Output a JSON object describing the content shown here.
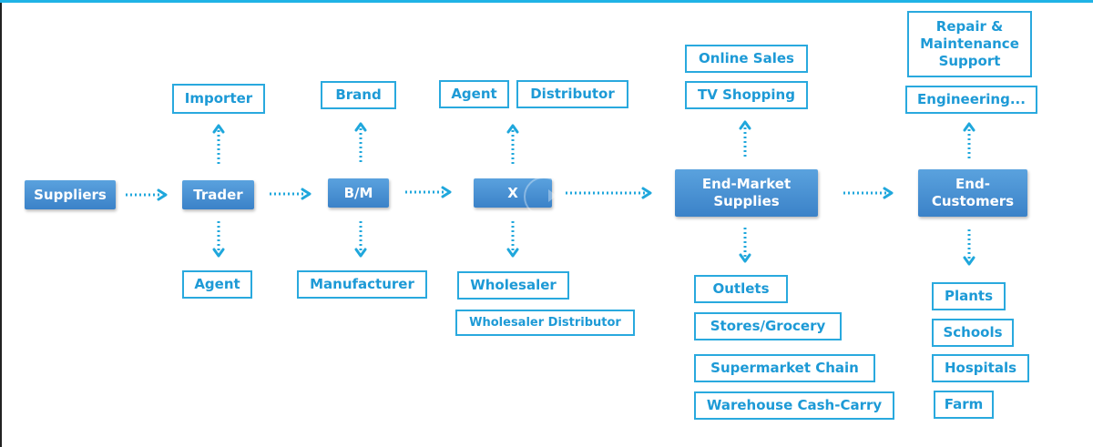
{
  "diagram": {
    "colors": {
      "accent": "#1fb3e6",
      "node_fill": "#4a90d4",
      "leaf_border": "#29a9de",
      "leaf_text": "#1d9ad6"
    },
    "main_chain": [
      {
        "id": "suppliers",
        "label": "Suppliers"
      },
      {
        "id": "trader",
        "label": "Trader"
      },
      {
        "id": "bm",
        "label": "B/M"
      },
      {
        "id": "x",
        "label": "X"
      },
      {
        "id": "end-market",
        "label": "End-Market Supplies"
      },
      {
        "id": "end-customers",
        "label": "End-Customers"
      }
    ],
    "branches": {
      "trader": {
        "up": [
          "Importer"
        ],
        "down": [
          "Agent"
        ]
      },
      "bm": {
        "up": [
          "Brand"
        ],
        "down": [
          "Manufacturer"
        ]
      },
      "x": {
        "up": [
          "Agent",
          "Distributor"
        ],
        "down": [
          "Wholesaler",
          "Wholesaler Distributor"
        ]
      },
      "end_market": {
        "up": [
          "Online Sales",
          "TV Shopping"
        ],
        "down": [
          "Outlets",
          "Stores/Grocery",
          "Supermarket Chain",
          "Warehouse Cash-Carry"
        ]
      },
      "end_customers": {
        "up": [
          "Repair & Maintenance Support",
          "Engineering..."
        ],
        "down": [
          "Plants",
          "Schools",
          "Hospitals",
          "Farm"
        ]
      }
    },
    "overlay_icon": "play-button-icon"
  }
}
